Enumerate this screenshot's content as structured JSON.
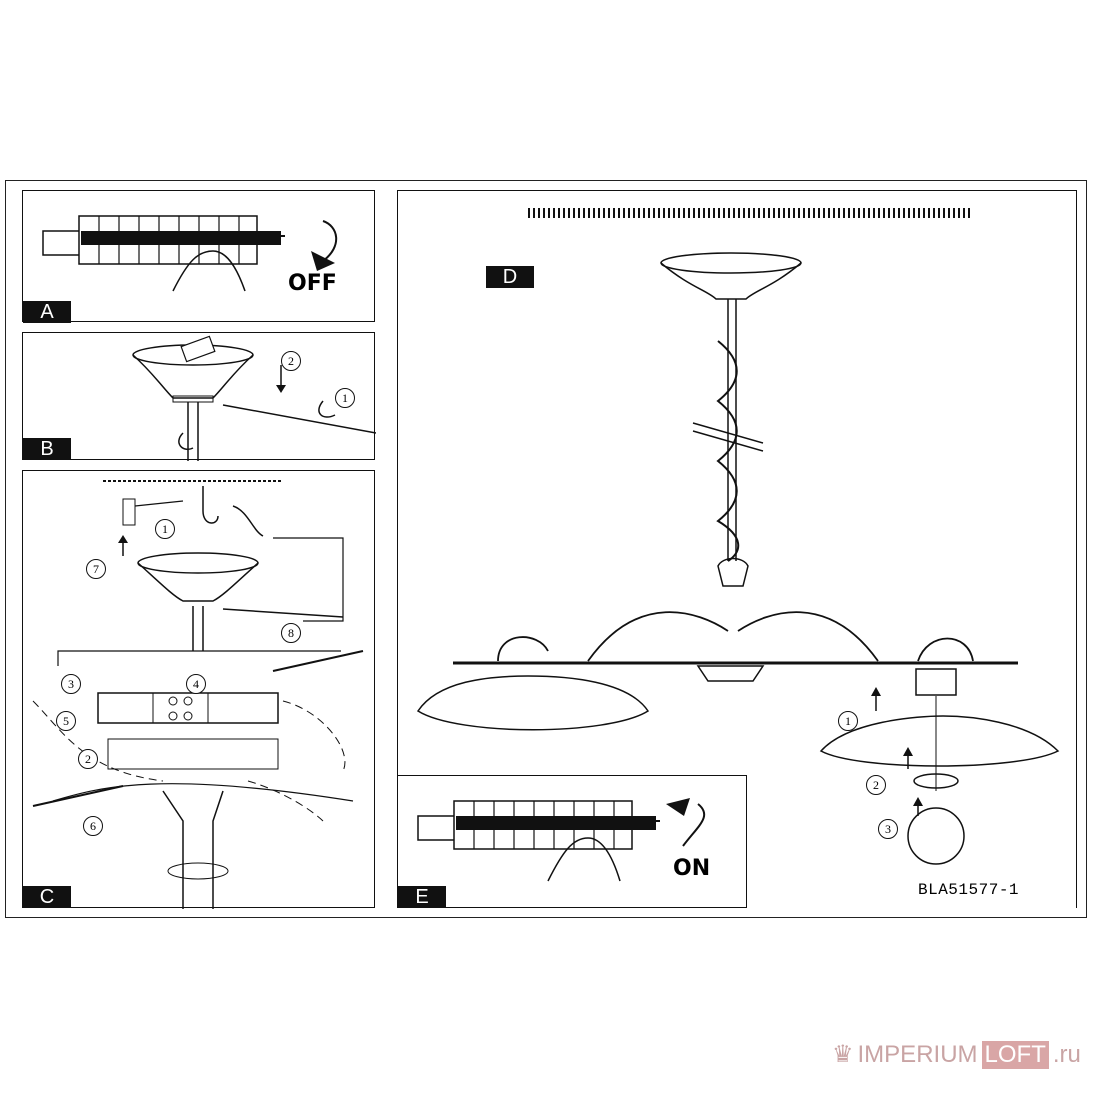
{
  "panels": {
    "a": {
      "tag": "A",
      "state_label": "OFF"
    },
    "b": {
      "tag": "B",
      "steps": [
        "2",
        "1"
      ]
    },
    "c": {
      "tag": "C",
      "steps": [
        "1",
        "7",
        "8",
        "3",
        "4",
        "5",
        "2",
        "6"
      ]
    },
    "d": {
      "tag": "D",
      "steps": [
        "1",
        "2",
        "3"
      ]
    },
    "e": {
      "tag": "E",
      "state_label": "ON"
    }
  },
  "model_code": "BLA51577-1",
  "watermark": {
    "brand_a": "IMPERIUM",
    "brand_b": "LOFT",
    "tld": ".ru"
  },
  "colors": {
    "ink": "#111111",
    "watermark": "#d9a6a6"
  }
}
